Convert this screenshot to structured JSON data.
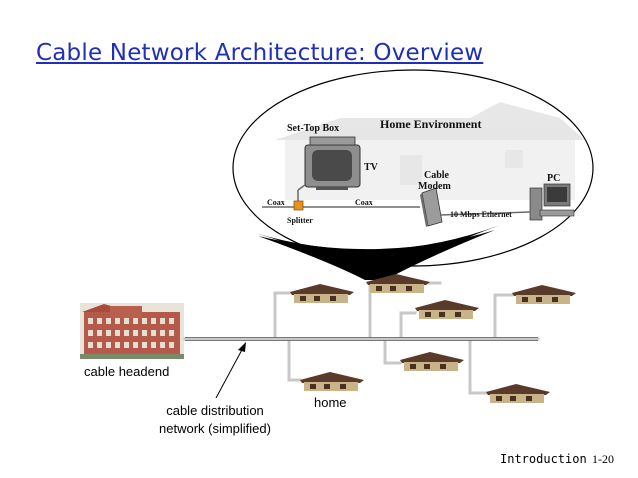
{
  "slide": {
    "title": "Cable Network Architecture: Overview",
    "footer_left": "Introduction",
    "footer_right": "1-20"
  },
  "inset": {
    "home_environment": "Home Environment",
    "set_top_box": "Set-Top Box",
    "tv": "TV",
    "cable_modem_line1": "Cable",
    "cable_modem_line2": "Modem",
    "pc": "PC",
    "coax_left": "Coax",
    "coax_mid": "Coax",
    "splitter": "Splitter",
    "ethernet": "10 Mbps Ethernet"
  },
  "labels": {
    "cable_headend": "cable headend",
    "distribution_line1": "cable distribution",
    "distribution_line2": "network (simplified)",
    "home": "home"
  },
  "colors": {
    "title": "#1f2fb8",
    "cable_gray": "#c8c8c8",
    "house_roof": "#5a3a2a",
    "house_wall": "#c9b48a"
  }
}
